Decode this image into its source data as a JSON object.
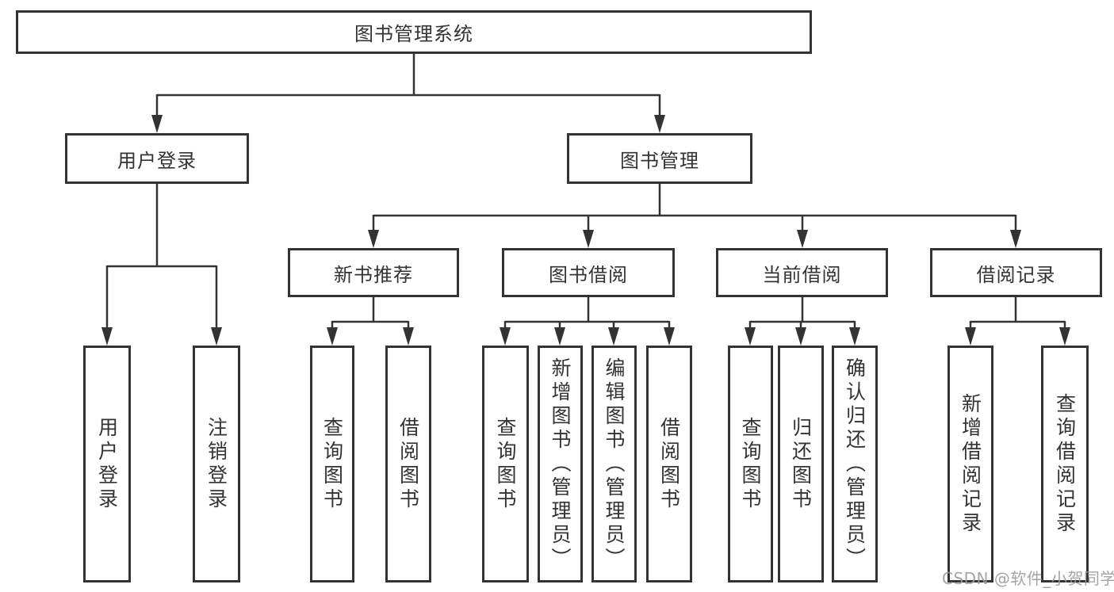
{
  "colors": {
    "line": "#333333",
    "box_border": "#333333",
    "text": "#333333",
    "background": "#ffffff",
    "watermark_text_color": "#9b9b9b"
  },
  "tree": {
    "root": {
      "label": "图书管理系统",
      "children": [
        {
          "label": "用户登录",
          "children": [
            {
              "label": "用户登录"
            },
            {
              "label": "注销登录"
            }
          ]
        },
        {
          "label": "图书管理",
          "children": [
            {
              "label": "新书推荐",
              "children": [
                {
                  "label": "查询图书"
                },
                {
                  "label": "借阅图书"
                }
              ]
            },
            {
              "label": "图书借阅",
              "children": [
                {
                  "label": "查询图书"
                },
                {
                  "label": "新增图书（管理员）"
                },
                {
                  "label": "编辑图书（管理员）"
                },
                {
                  "label": "借阅图书"
                }
              ]
            },
            {
              "label": "当前借阅",
              "children": [
                {
                  "label": "查询图书"
                },
                {
                  "label": "归还图书"
                },
                {
                  "label": "确认归还（管理员）"
                }
              ]
            },
            {
              "label": "借阅记录",
              "children": [
                {
                  "label": "新增借阅记录"
                },
                {
                  "label": "查询借阅记录"
                }
              ]
            }
          ]
        }
      ]
    }
  },
  "watermark": {
    "text": "CSDN @软件_小贺同学"
  }
}
